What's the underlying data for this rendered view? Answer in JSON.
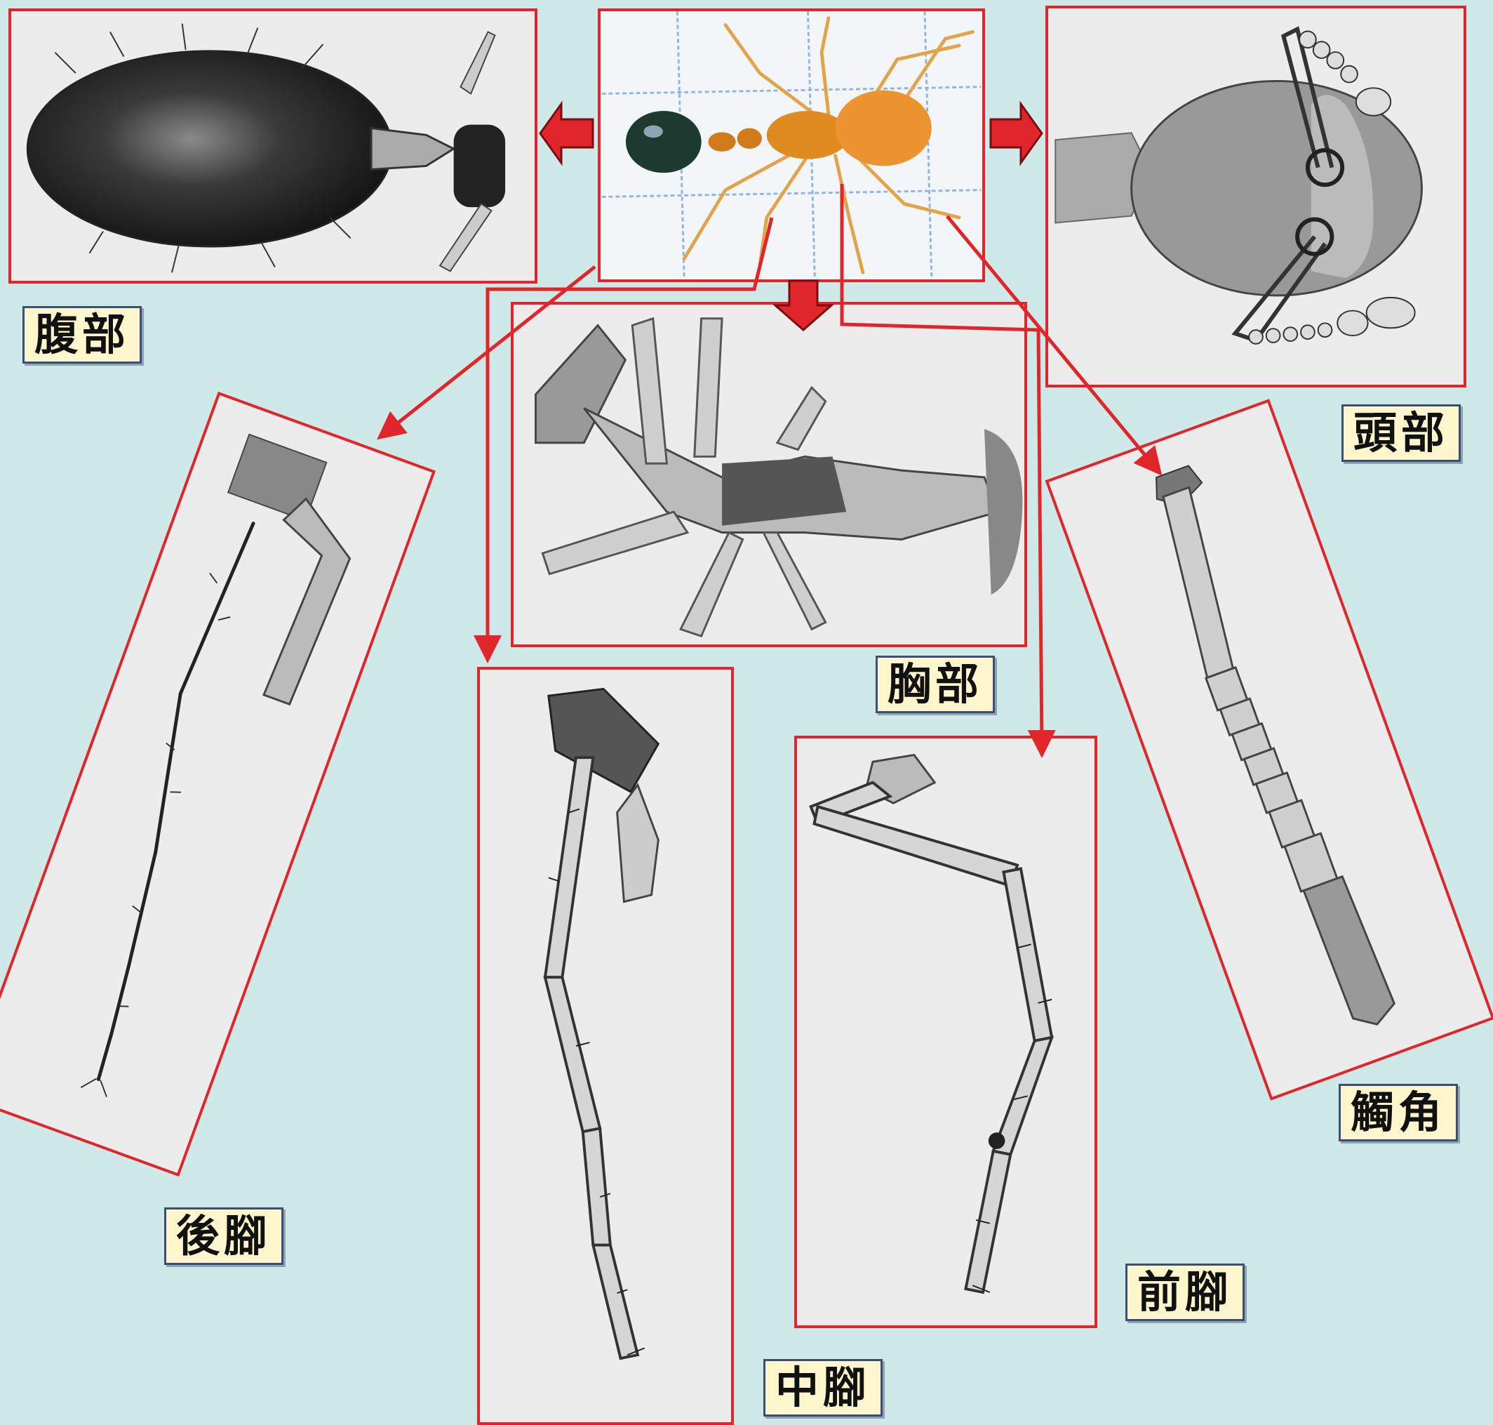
{
  "labels": {
    "abdomen": "腹部",
    "head": "頭部",
    "thorax": "胸部",
    "hind_leg": "後腳",
    "mid_leg": "中腳",
    "fore_leg": "前腳",
    "antenna": "觸角"
  },
  "colors": {
    "background": "#cfe9e8",
    "frame_red": "#e0262b",
    "label_bg": "#fdf6cc",
    "label_border": "#3a4f73"
  }
}
